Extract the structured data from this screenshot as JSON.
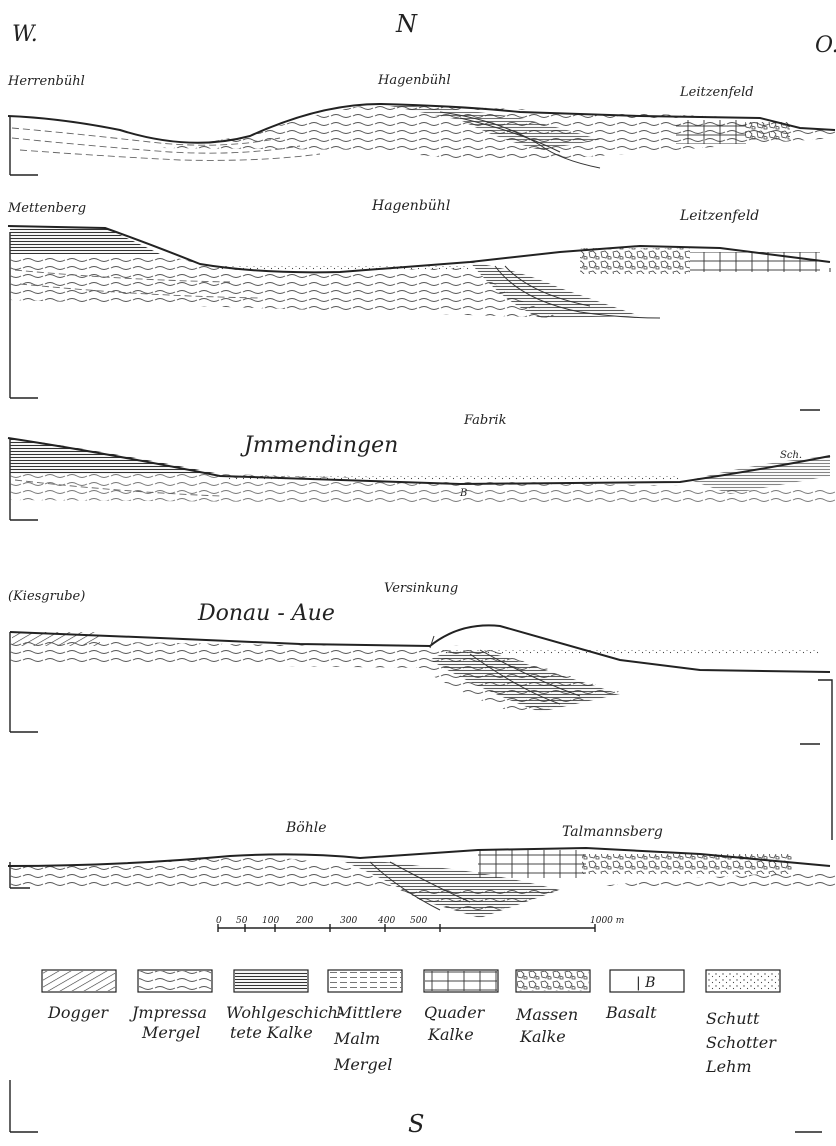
{
  "compass": {
    "north": "N",
    "south": "S",
    "west": "W.",
    "east": "O."
  },
  "profiles": [
    {
      "labels": [
        "Herrenbühl",
        "Hagenbühl",
        "Leitzenfeld"
      ]
    },
    {
      "labels": [
        "Mettenberg",
        "Hagenbühl",
        "Leitzenfeld"
      ]
    },
    {
      "labels": [
        "Jmmendingen",
        "Fabrik",
        "Sch.",
        "B"
      ]
    },
    {
      "labels": [
        "(Kiesgrube)",
        "Donau - Aue",
        "Versinkung"
      ]
    },
    {
      "labels": [
        "Böhle",
        "Talmannsberg"
      ]
    }
  ],
  "scale": {
    "ticks": [
      "0",
      "50",
      "100",
      "200",
      "300",
      "400",
      "500"
    ],
    "end": "1000 m"
  },
  "legend": [
    {
      "key": "dogger",
      "lines": [
        "Dogger"
      ]
    },
    {
      "key": "impressa",
      "lines": [
        "Jmpressa",
        "Mergel"
      ]
    },
    {
      "key": "wohl",
      "lines": [
        "Wohlgeschich-",
        "tete Kalke"
      ]
    },
    {
      "key": "mittlere",
      "lines": [
        "Mittlere",
        "Malm",
        "Mergel"
      ]
    },
    {
      "key": "quader",
      "lines": [
        "Quader",
        "Kalke"
      ]
    },
    {
      "key": "massen",
      "lines": [
        "Massen",
        "Kalke"
      ]
    },
    {
      "key": "basalt",
      "lines": [
        "Basalt"
      ],
      "symbol": "| B"
    },
    {
      "key": "schutt",
      "lines": [
        "Schutt",
        "Schotter",
        "Lehm"
      ]
    }
  ]
}
